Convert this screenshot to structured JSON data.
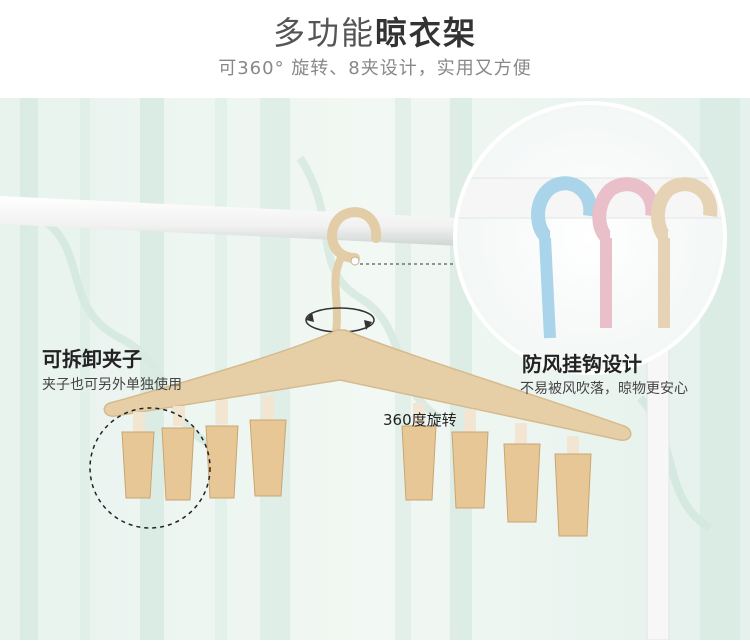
{
  "header": {
    "title_plain": "多功能",
    "title_strong": "晾衣架",
    "subtitle": "可360° 旋转、8夹设计，实用又方便"
  },
  "callouts": {
    "clip": {
      "title": "可拆卸夹子",
      "desc": "夹子也可另外单独使用"
    },
    "rotate": {
      "text": "360度旋转"
    },
    "hook": {
      "title": "防风挂钩设计",
      "desc": "不易被风吹落，晾物更安心"
    }
  },
  "colors": {
    "hanger": "#e6cfa6",
    "clip": "#e8c796",
    "hook_blue": "#a9d4e9",
    "hook_pink": "#e9bfc9",
    "hook_beige": "#e6d3b5",
    "background": "#dff0ea"
  }
}
